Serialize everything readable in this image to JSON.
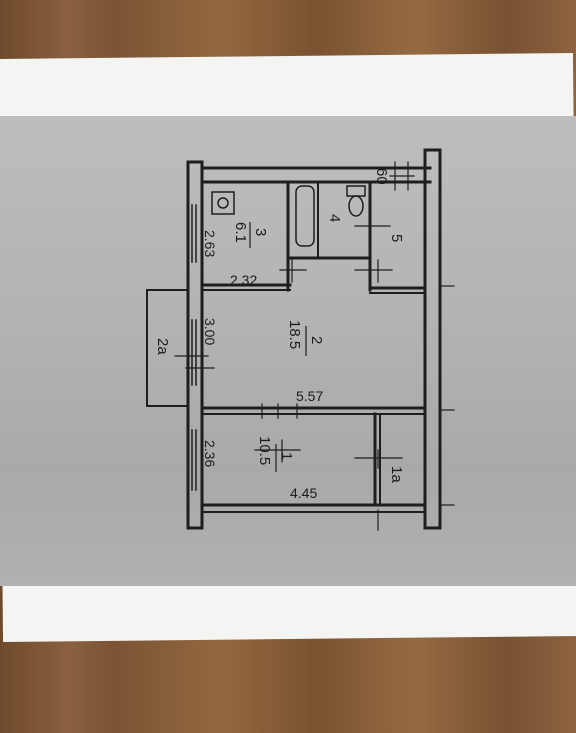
{
  "plan": {
    "wall_offset": "60",
    "rooms": [
      {
        "id": "room-1",
        "number": "1",
        "area": "10.5"
      },
      {
        "id": "room-1a",
        "number": "1a"
      },
      {
        "id": "room-2",
        "number": "2",
        "area": "18.5"
      },
      {
        "id": "room-2a",
        "number": "2a"
      },
      {
        "id": "room-3",
        "number": "3",
        "area": "6.1"
      },
      {
        "id": "room-4",
        "number": "4"
      },
      {
        "id": "room-5",
        "number": "5"
      }
    ],
    "dimensions": {
      "w_2_63": "2.63",
      "w_2_32": "2.32",
      "w_3_00": "3.00",
      "w_5_57": "5.57",
      "w_2_36": "2.36",
      "w_4_45": "4.45"
    }
  },
  "colors": {
    "wall": "#1e1e1e",
    "paper": "#f4f4f2",
    "print": "#b4b4b4"
  }
}
